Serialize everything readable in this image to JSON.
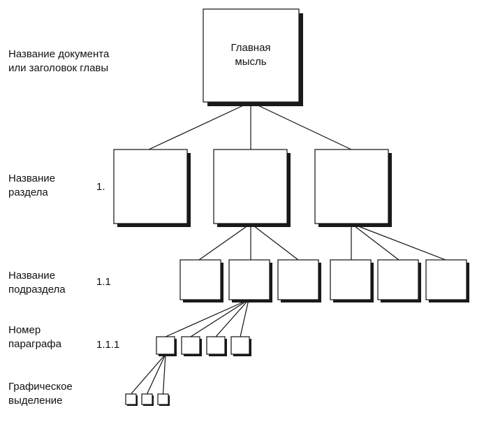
{
  "levels": [
    {
      "label_lines": [
        "Название документа",
        "или заголовок главы"
      ],
      "number": ""
    },
    {
      "label_lines": [
        "Название",
        "раздела"
      ],
      "number": "1."
    },
    {
      "label_lines": [
        "Название",
        "подраздела"
      ],
      "number": "1.1"
    },
    {
      "label_lines": [
        "Номер",
        "параграфа"
      ],
      "number": "1.1.1"
    },
    {
      "label_lines": [
        "Графическое",
        "выделение"
      ],
      "number": ""
    }
  ],
  "root_box": {
    "text_lines": [
      "Главная",
      "мысль"
    ]
  },
  "colors": {
    "line": "#111111",
    "box_fill": "#ffffff",
    "shadow": "#1a1a1a"
  }
}
